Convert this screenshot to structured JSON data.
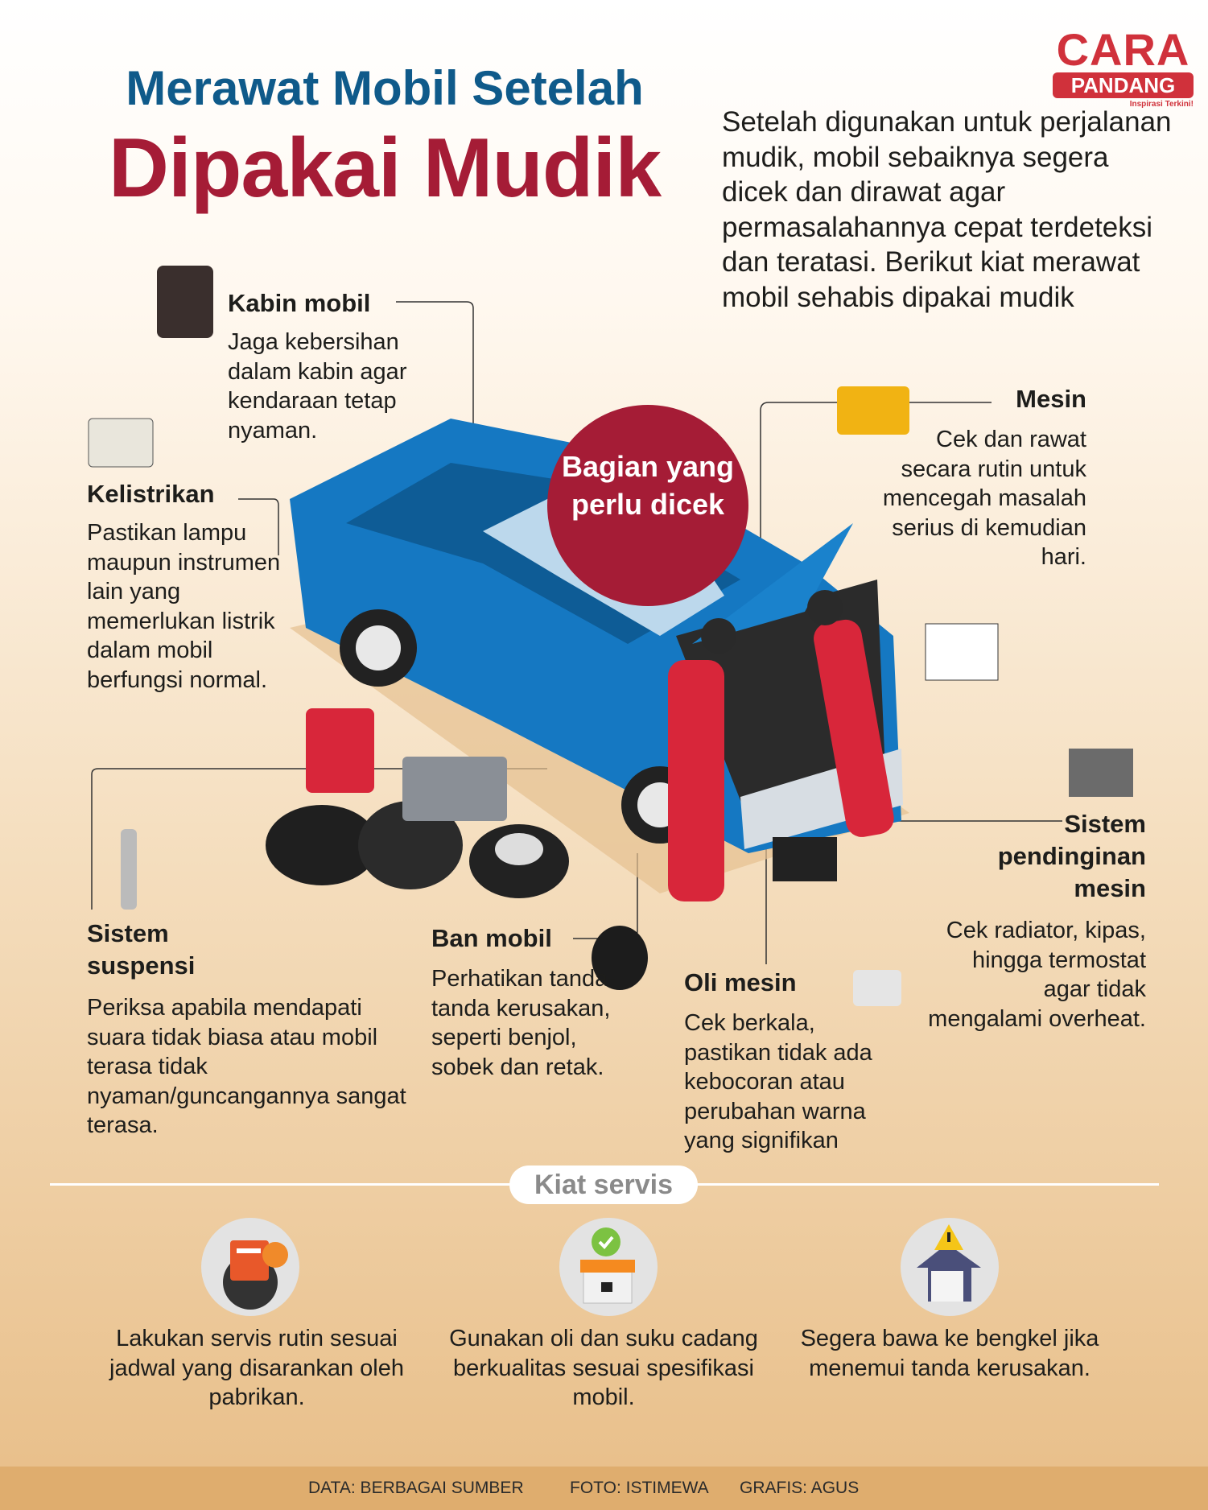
{
  "logo": {
    "line1": "CARA",
    "line2": "PANDANG",
    "tagline": "Inspirasi Terkini!"
  },
  "title": {
    "line1": "Merawat Mobil Setelah",
    "line2": "Dipakai Mudik"
  },
  "intro": "Setelah digunakan untuk perjalanan mudik, mobil sebaiknya segera dicek dan dirawat agar permasalahannya cepat terdeteksi dan teratasi. Berikut kiat merawat mobil sehabis dipakai mudik",
  "center_badge": "Bagian yang perlu dicek",
  "parts": {
    "kabin": {
      "title": "Kabin mobil",
      "text": "Jaga kebersihan dalam kabin agar kendaraan tetap nyaman."
    },
    "kelistrikan": {
      "title": "Kelistrikan",
      "text": "Pastikan lampu maupun instrumen lain yang memerlukan listrik dalam mobil berfungsi normal."
    },
    "mesin": {
      "title": "Mesin",
      "text": "Cek dan rawat secara rutin untuk mencegah masalah serius di kemudian hari."
    },
    "suspensi": {
      "title": "Sistem suspensi",
      "text": "Periksa apabila mendapati suara tidak biasa atau mobil terasa tidak nyaman/guncangannya sangat terasa."
    },
    "ban": {
      "title": "Ban mobil",
      "text": "Perhatikan tanda-tanda kerusakan, seperti benjol, sobek dan retak."
    },
    "oli": {
      "title": "Oli mesin",
      "text": "Cek berkala, pastikan tidak ada kebocoran atau perubahan warna yang signifikan"
    },
    "pendingin": {
      "title": "Sistem pendinginan mesin",
      "text": "Cek radiator, kipas, hingga termostat agar tidak mengalami overheat."
    }
  },
  "tips": {
    "heading": "Kiat servis",
    "items": [
      {
        "icon": "gear-calendar-icon",
        "text": "Lakukan servis rutin sesuai jadwal yang disarankan oleh pabrikan."
      },
      {
        "icon": "battery-check-icon",
        "text": "Gunakan oli dan suku cadang berkualitas sesuai spesifikasi mobil."
      },
      {
        "icon": "house-warning-icon",
        "text": "Segera bawa ke bengkel jika menemui tanda kerusakan."
      }
    ]
  },
  "footer": {
    "data": "DATA: BERBAGAI SUMBER",
    "foto": "FOTO: ISTIMEWA",
    "grafis": "GRAFIS: AGUS"
  },
  "colors": {
    "title_blue": "#0f5a8a",
    "title_red": "#a51c36",
    "car_blue": "#1578c2",
    "footer": "#dfad6e"
  }
}
